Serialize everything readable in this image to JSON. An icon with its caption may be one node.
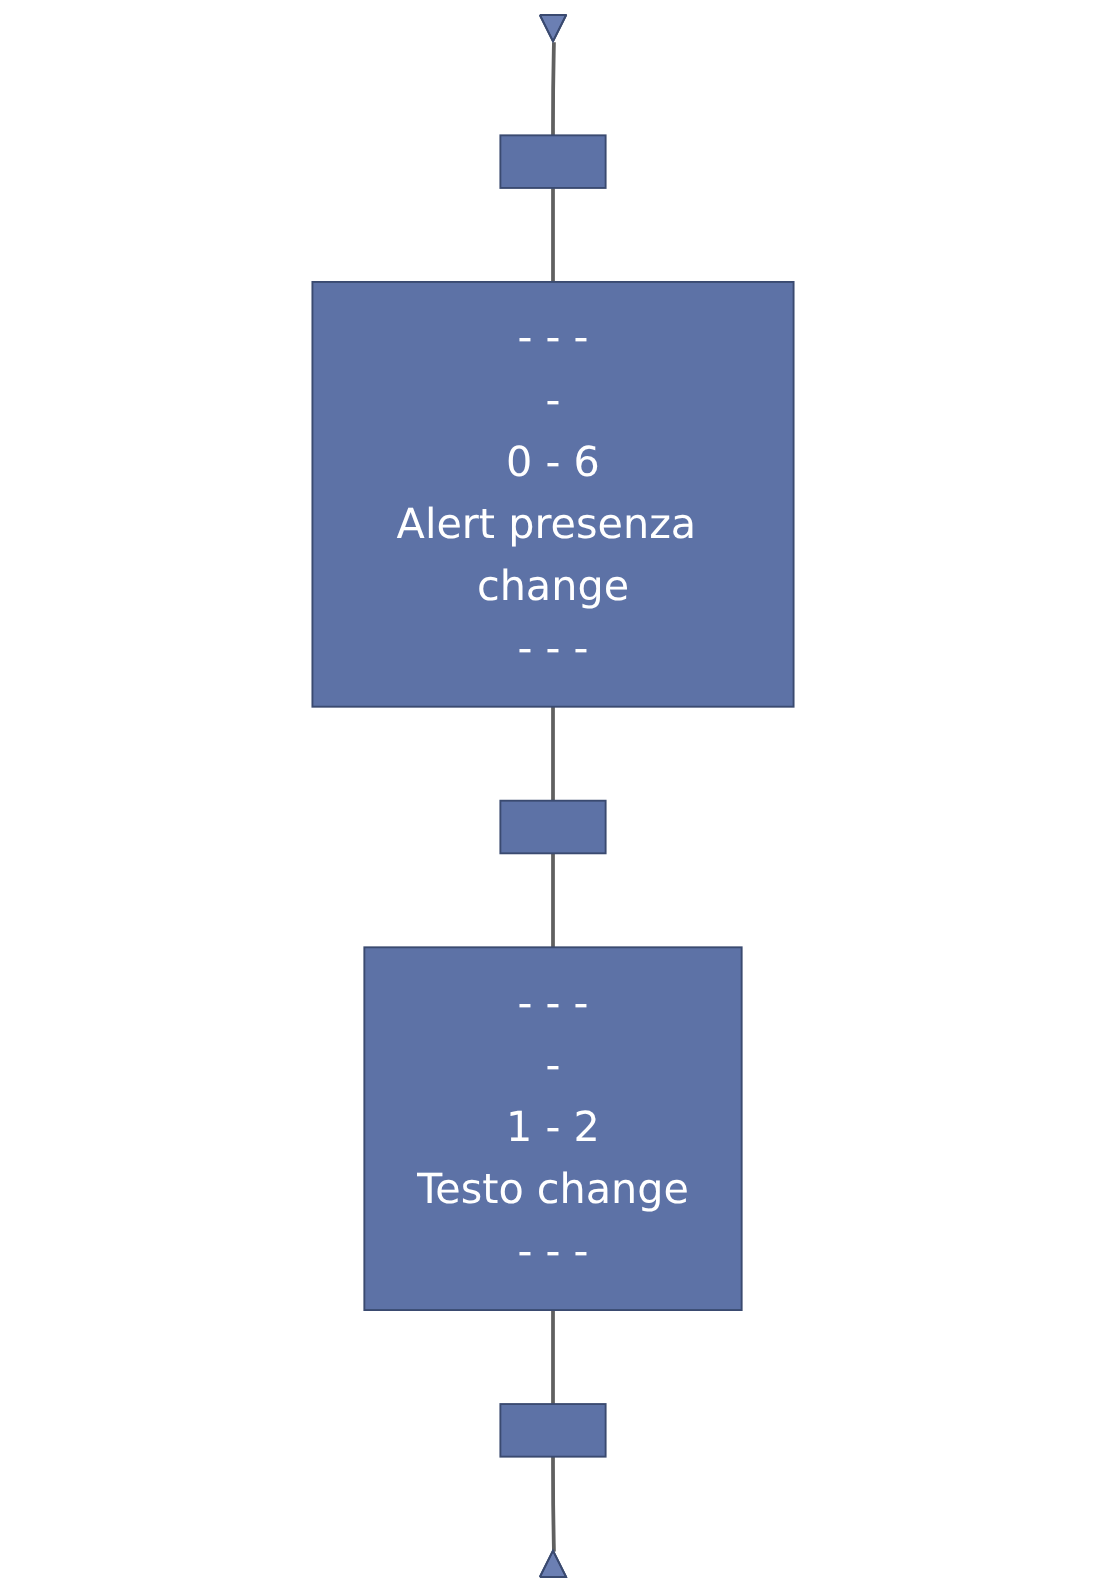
{
  "diagram": {
    "nodes": [
      {
        "text": [],
        "shape": "triangle"
      },
      {
        "text": [],
        "shape": "bar"
      },
      {
        "text": [
          "- - -",
          "-",
          "0 - 6",
          "Alert presenza change",
          "- - -"
        ]
      },
      {
        "text": [],
        "shape": "bar"
      },
      {
        "text": [
          "- - -",
          "-",
          "1 - 2",
          "Testo change",
          "- - -"
        ]
      },
      {
        "text": [],
        "shape": "bar"
      },
      {
        "text": [],
        "shape": "triangle"
      }
    ],
    "edges": [
      {
        "from": 0,
        "to": 1,
        "arrow": "none"
      },
      {
        "from": 1,
        "to": 2,
        "arrow": "none"
      },
      {
        "from": 2,
        "to": 3,
        "arrow": "none"
      },
      {
        "from": 3,
        "to": 4,
        "arrow": "none"
      },
      {
        "from": 4,
        "to": 5,
        "arrow": "none"
      },
      {
        "from": 5,
        "to": 6,
        "arrow": "none"
      }
    ]
  }
}
